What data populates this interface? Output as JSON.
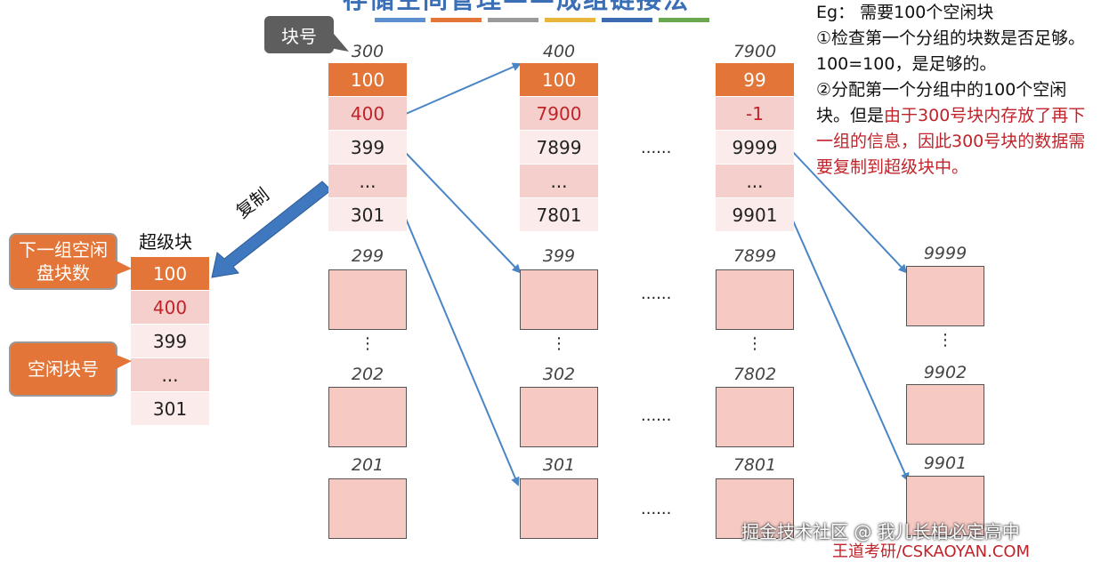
{
  "title": "存储空间管理——成组链接法",
  "title_bar_colors": [
    "#5b8fcf",
    "#e27537",
    "#9a9a9a",
    "#e9b63c",
    "#3a6ab0",
    "#6aa84f"
  ],
  "tag_block_no": "块号",
  "super_block": {
    "title": "超级块",
    "cells": [
      "100",
      "400",
      "399",
      "...",
      "301"
    ]
  },
  "callout_next_group": "下一组空闲盘块数",
  "callout_free_block": "空闲块号",
  "copy_label": "复制",
  "groups": [
    {
      "label": "300",
      "cells": [
        "100",
        "400",
        "399",
        "...",
        "301"
      ]
    },
    {
      "label": "400",
      "cells": [
        "100",
        "7900",
        "7899",
        "...",
        "7801"
      ]
    },
    {
      "label": "7900",
      "cells": [
        "99",
        "-1",
        "9999",
        "...",
        "9901"
      ]
    }
  ],
  "ellipsis": "......",
  "vertical_dots": "⋮",
  "col1_blocks": [
    "299",
    "202",
    "201"
  ],
  "col2_blocks": [
    "399",
    "302",
    "301"
  ],
  "col3_blocks": [
    "7899",
    "7802",
    "7801"
  ],
  "col4_blocks": [
    "9999",
    "9902",
    "9901"
  ],
  "note": {
    "line1": "Eg： 需要100个空闲块",
    "line2": "①检查第一个分组的块数是否足够。100=100，是足够的。",
    "line3_black": "②分配第一个分组中的100个空闲块。但是",
    "line3_red": "由于300号块内存放了再下一组的信息，因此300号块的数据需要复制到超级块中。"
  },
  "watermark": "掘金技术社区 @ 我儿长柏必定高中",
  "watermark2": "王道考研/CSKAOYAN.COM",
  "colors": {
    "orange": "#e27537",
    "pink": "#f4cfcc",
    "red_text": "#c0232a",
    "arrow": "#4a86c5"
  }
}
